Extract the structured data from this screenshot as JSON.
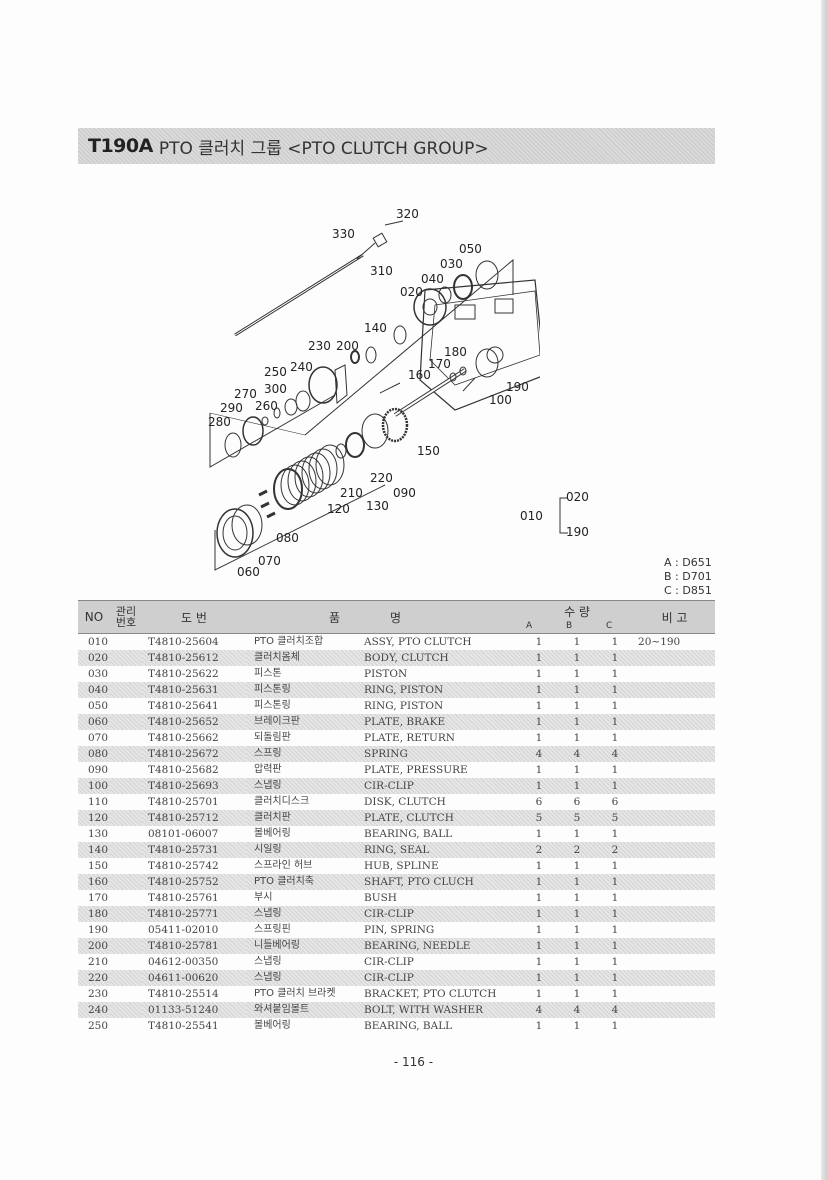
{
  "header": {
    "code": "T190A",
    "title": "PTO 클러치 그룹 <PTO CLUTCH GROUP>"
  },
  "diagram": {
    "callouts": [
      "320",
      "330",
      "310",
      "050",
      "030",
      "040",
      "020",
      "140",
      "230",
      "200",
      "180",
      "170",
      "250",
      "240",
      "160",
      "190",
      "100",
      "270",
      "300",
      "290",
      "260",
      "280",
      "150",
      "220",
      "090",
      "210",
      "130",
      "120",
      "080",
      "070",
      "060"
    ],
    "assembly": {
      "code": "010",
      "from": "020",
      "to": "190"
    }
  },
  "models": [
    "A : D651",
    "B : D701",
    "C : D851"
  ],
  "table": {
    "headers": {
      "no": "NO",
      "mgmt": "관리\n번호",
      "part": "도      번",
      "name_kr": "품",
      "name_en": "명",
      "qty": "수      량",
      "a": "A",
      "b": "B",
      "c": "C",
      "remark": "비 고"
    },
    "rows": [
      {
        "no": "010",
        "part": "T4810-25604",
        "kr": "PTO 클러치조합",
        "en": "ASSY, PTO CLUTCH",
        "a": "1",
        "b": "1",
        "c": "1",
        "remark": "20~190"
      },
      {
        "no": "020",
        "part": "T4810-25612",
        "kr": "클러치몸체",
        "en": "BODY, CLUTCH",
        "a": "1",
        "b": "1",
        "c": "1",
        "remark": ""
      },
      {
        "no": "030",
        "part": "T4810-25622",
        "kr": "피스톤",
        "en": "PISTON",
        "a": "1",
        "b": "1",
        "c": "1",
        "remark": ""
      },
      {
        "no": "040",
        "part": "T4810-25631",
        "kr": "피스톤링",
        "en": "RING, PISTON",
        "a": "1",
        "b": "1",
        "c": "1",
        "remark": ""
      },
      {
        "no": "050",
        "part": "T4810-25641",
        "kr": "피스톤링",
        "en": "RING, PISTON",
        "a": "1",
        "b": "1",
        "c": "1",
        "remark": ""
      },
      {
        "no": "060",
        "part": "T4810-25652",
        "kr": "브레이크판",
        "en": "PLATE, BRAKE",
        "a": "1",
        "b": "1",
        "c": "1",
        "remark": ""
      },
      {
        "no": "070",
        "part": "T4810-25662",
        "kr": "되돌림판",
        "en": "PLATE, RETURN",
        "a": "1",
        "b": "1",
        "c": "1",
        "remark": ""
      },
      {
        "no": "080",
        "part": "T4810-25672",
        "kr": "스프링",
        "en": "SPRING",
        "a": "4",
        "b": "4",
        "c": "4",
        "remark": ""
      },
      {
        "no": "090",
        "part": "T4810-25682",
        "kr": "압력판",
        "en": "PLATE, PRESSURE",
        "a": "1",
        "b": "1",
        "c": "1",
        "remark": ""
      },
      {
        "no": "100",
        "part": "T4810-25693",
        "kr": "스냅링",
        "en": "CIR-CLIP",
        "a": "1",
        "b": "1",
        "c": "1",
        "remark": ""
      },
      {
        "no": "110",
        "part": "T4810-25701",
        "kr": "클러치디스크",
        "en": "DISK, CLUTCH",
        "a": "6",
        "b": "6",
        "c": "6",
        "remark": ""
      },
      {
        "no": "120",
        "part": "T4810-25712",
        "kr": "클러치판",
        "en": "PLATE, CLUTCH",
        "a": "5",
        "b": "5",
        "c": "5",
        "remark": ""
      },
      {
        "no": "130",
        "part": "08101-06007",
        "kr": "볼베어링",
        "en": "BEARING, BALL",
        "a": "1",
        "b": "1",
        "c": "1",
        "remark": ""
      },
      {
        "no": "140",
        "part": "T4810-25731",
        "kr": "시일링",
        "en": "RING, SEAL",
        "a": "2",
        "b": "2",
        "c": "2",
        "remark": ""
      },
      {
        "no": "150",
        "part": "T4810-25742",
        "kr": "스프라인 허브",
        "en": "HUB, SPLINE",
        "a": "1",
        "b": "1",
        "c": "1",
        "remark": ""
      },
      {
        "no": "160",
        "part": "T4810-25752",
        "kr": "PTO 클러치축",
        "en": "SHAFT, PTO CLUCH",
        "a": "1",
        "b": "1",
        "c": "1",
        "remark": ""
      },
      {
        "no": "170",
        "part": "T4810-25761",
        "kr": "부시",
        "en": "BUSH",
        "a": "1",
        "b": "1",
        "c": "1",
        "remark": ""
      },
      {
        "no": "180",
        "part": "T4810-25771",
        "kr": "스냅링",
        "en": "CIR-CLIP",
        "a": "1",
        "b": "1",
        "c": "1",
        "remark": ""
      },
      {
        "no": "190",
        "part": "05411-02010",
        "kr": "스프링핀",
        "en": "PIN, SPRING",
        "a": "1",
        "b": "1",
        "c": "1",
        "remark": ""
      },
      {
        "no": "200",
        "part": "T4810-25781",
        "kr": "니들베어링",
        "en": "BEARING, NEEDLE",
        "a": "1",
        "b": "1",
        "c": "1",
        "remark": ""
      },
      {
        "no": "210",
        "part": "04612-00350",
        "kr": "스냅링",
        "en": "CIR-CLIP",
        "a": "1",
        "b": "1",
        "c": "1",
        "remark": ""
      },
      {
        "no": "220",
        "part": "04611-00620",
        "kr": "스냅링",
        "en": "CIR-CLIP",
        "a": "1",
        "b": "1",
        "c": "1",
        "remark": ""
      },
      {
        "no": "230",
        "part": "T4810-25514",
        "kr": "PTO 클러치 브라켓",
        "en": "BRACKET, PTO CLUTCH",
        "a": "1",
        "b": "1",
        "c": "1",
        "remark": ""
      },
      {
        "no": "240",
        "part": "01133-51240",
        "kr": "와셔붙임볼트",
        "en": "BOLT, WITH WASHER",
        "a": "4",
        "b": "4",
        "c": "4",
        "remark": ""
      },
      {
        "no": "250",
        "part": "T4810-25541",
        "kr": "볼베어링",
        "en": "BEARING, BALL",
        "a": "1",
        "b": "1",
        "c": "1",
        "remark": ""
      }
    ]
  },
  "footer": {
    "page": "- 116 -"
  }
}
